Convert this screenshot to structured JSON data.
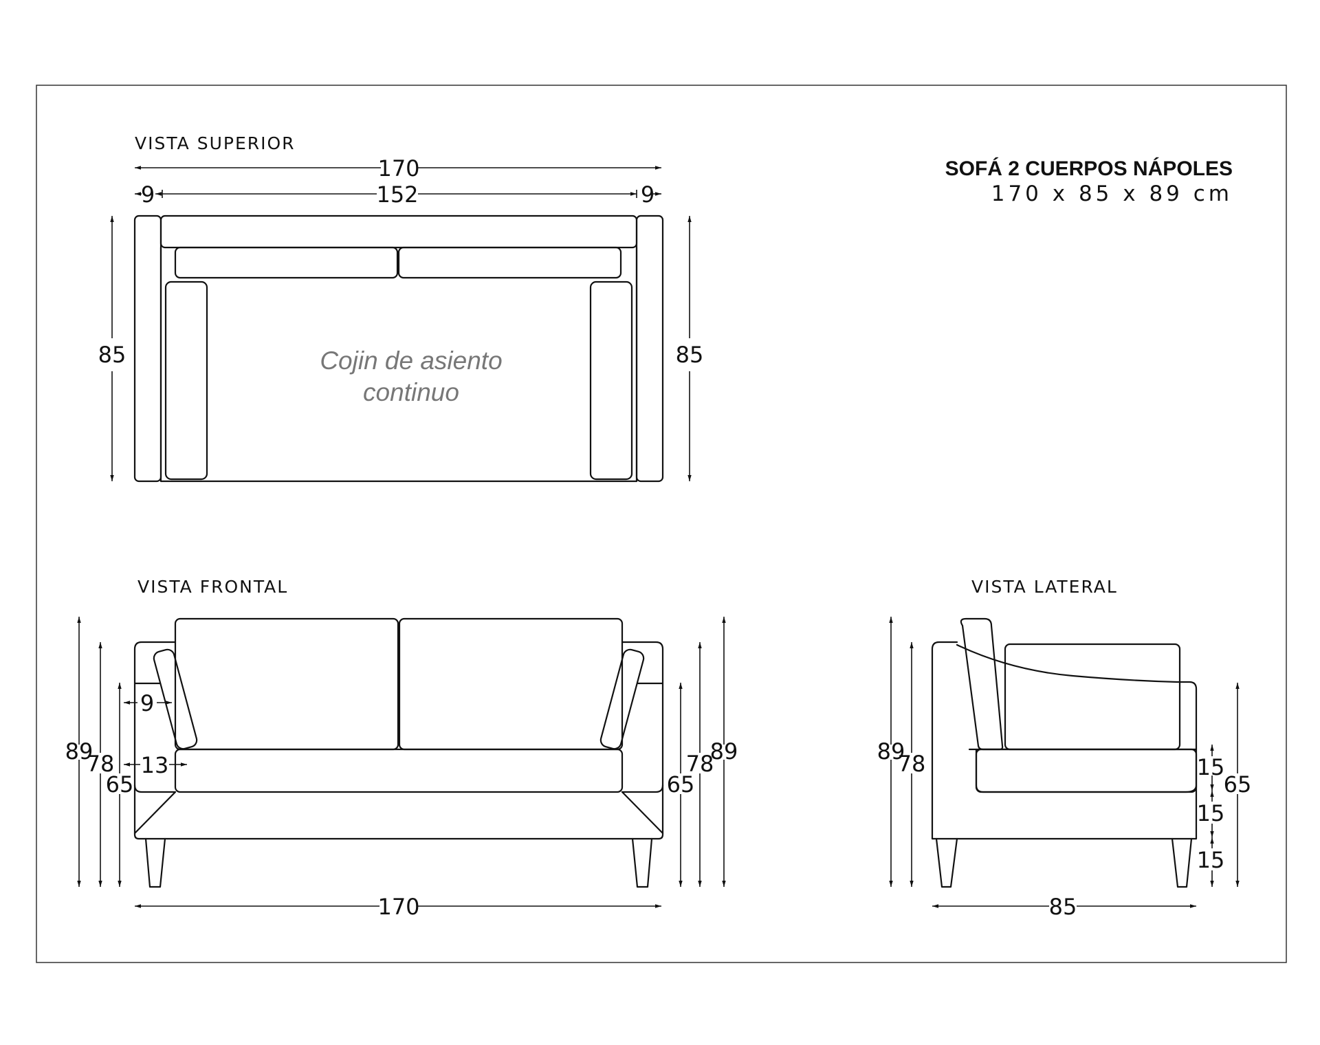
{
  "product": {
    "title": "SOFÁ 2 CUERPOS NÁPOLES",
    "dimensions": "170 x 85 x 89 cm"
  },
  "views": {
    "top": {
      "label": "VISTA SUPERIOR",
      "width_total": "170",
      "arm_left": "9",
      "inner_width": "152",
      "arm_right": "9",
      "depth_left": "85",
      "depth_right": "85",
      "note_line1": "Cojin de asiento",
      "note_line2": "continuo"
    },
    "front": {
      "label": "VISTA FRONTAL",
      "left_h1": "89",
      "left_h2": "78",
      "left_h3": "65",
      "arm_inset": "9",
      "cushion_inset": "13",
      "right_h1": "65",
      "right_h2": "78",
      "right_h3": "89",
      "width": "170"
    },
    "side": {
      "label": "VISTA LATERAL",
      "left_h1": "89",
      "left_h2": "78",
      "seg1": "15",
      "seg2": "15",
      "seg3": "15",
      "right_h": "65",
      "depth": "85"
    }
  }
}
